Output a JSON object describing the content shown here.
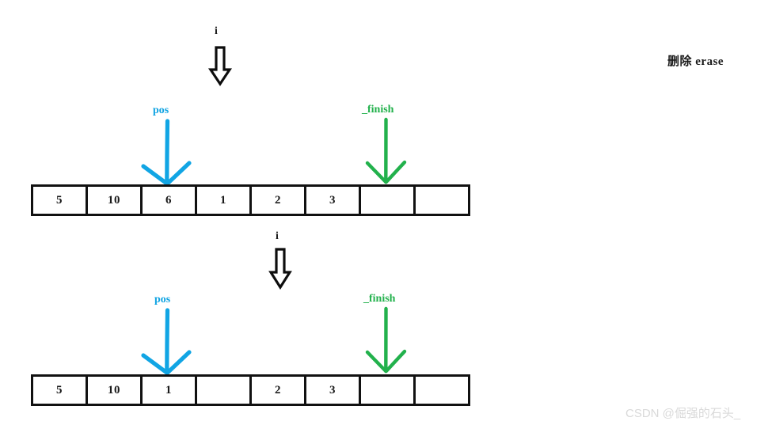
{
  "page": {
    "title_note": "删除 erase",
    "watermark": "CSDN @倔强的石头_",
    "colors": {
      "pos_blue": "#0FA3E2",
      "finish_green": "#22B14C",
      "outline_black": "#111111",
      "watermark_gray": "#d9d9d9"
    }
  },
  "diagram": {
    "rows": [
      {
        "name": "before-erase",
        "cells": [
          "5",
          "10",
          "6",
          "1",
          "2",
          "3",
          "",
          ""
        ],
        "pointers": {
          "pos": {
            "label": "pos",
            "cell_index": 2,
            "color": "#0FA3E2"
          },
          "finish": {
            "label": "_finish",
            "cell_index": 6,
            "color": "#22B14C"
          },
          "i": {
            "label": "i",
            "color": "#111111"
          }
        }
      },
      {
        "name": "after-erase",
        "cells": [
          "5",
          "10",
          "1",
          "",
          "2",
          "3",
          "",
          ""
        ],
        "pointers": {
          "pos": {
            "label": "pos",
            "cell_index": 2,
            "color": "#0FA3E2"
          },
          "finish": {
            "label": "_finish",
            "cell_index": 6,
            "color": "#22B14C"
          },
          "i": {
            "label": "i",
            "color": "#111111"
          }
        }
      }
    ]
  }
}
